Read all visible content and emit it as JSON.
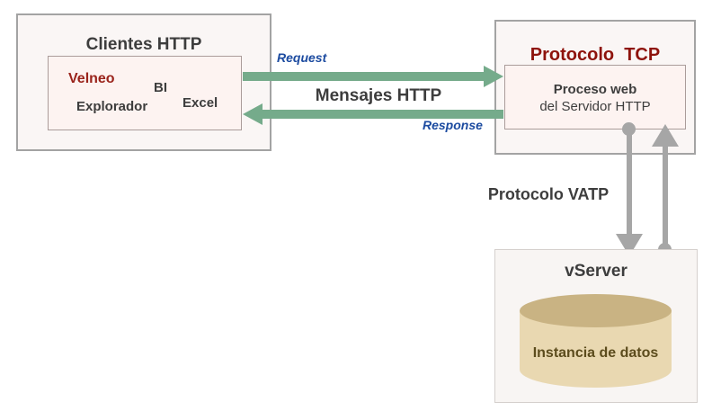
{
  "clients": {
    "title": "Clientes HTTP",
    "velneo": "Velneo",
    "bi": "BI",
    "explorador": "Explorador",
    "excel": "Excel"
  },
  "tcp": {
    "title": "Protocolo  TCP",
    "process_line1": "Proceso web",
    "process_line2": "del Servidor HTTP"
  },
  "http_flow": {
    "request_label": "Request",
    "messages_label": "Mensajes HTTP",
    "response_label": "Response"
  },
  "vatp": {
    "label": "Protocolo VATP"
  },
  "vserver": {
    "title": "vServer",
    "cylinder_label": "Instancia de datos"
  },
  "colors": {
    "green_arrow": "#75ab8b",
    "gray_arrow": "#a6a6a6",
    "dark_red_title": "#8e130c",
    "velneo_red": "#9a231b",
    "blue_flow_label": "#1c4ba0",
    "dark_text": "#3d3d3d",
    "inner_box_bg": "#fdf3f1",
    "outer_box_bg": "#faf6f5",
    "vserver_box_bg": "#f8f5f3",
    "cylinder_body": "#e9d8b1",
    "cylinder_top": "#c9b383",
    "cylinder_text": "#5c4c1d"
  }
}
